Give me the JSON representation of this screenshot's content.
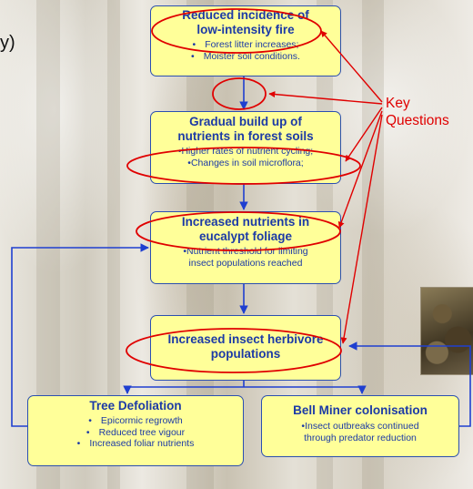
{
  "left_text": "y)",
  "key_questions": [
    "Key",
    "Questions"
  ],
  "boxes": {
    "fire": {
      "title_lines": [
        "Reduced incidence of",
        "low-intensity fire"
      ],
      "items": [
        "Forest litter increases;",
        "Moister soil conditions."
      ]
    },
    "soil": {
      "title_lines": [
        "Gradual build up of",
        "nutrients in forest soils"
      ],
      "items": [
        "•Higher rates of nutrient cycling;",
        "•Changes in soil microflora;"
      ]
    },
    "foliage": {
      "title_lines": [
        "Increased nutrients in",
        "eucalypt foliage"
      ],
      "items": [
        "•Nutrient threshold for limiting",
        "insect populations reached"
      ]
    },
    "herbivore": {
      "title_lines": [
        "Increased insect herbivore",
        "populations"
      ],
      "items": []
    },
    "defoliation": {
      "title_lines": [
        "Tree Defoliation"
      ],
      "items": [
        "Epicormic regrowth",
        "Reduced tree vigour",
        "Increased foliar nutrients"
      ]
    },
    "bellminer": {
      "title_lines": [
        "Bell Miner colonisation"
      ],
      "items": [
        "•Insect outbreaks continued",
        "through predator reduction"
      ]
    }
  },
  "colors": {
    "box_fill": "#ffff99",
    "box_border": "#2b4fb0",
    "text_blue": "#1c3aa6",
    "annotation_red": "#e00000",
    "connector_blue": "#1f3fd0"
  }
}
